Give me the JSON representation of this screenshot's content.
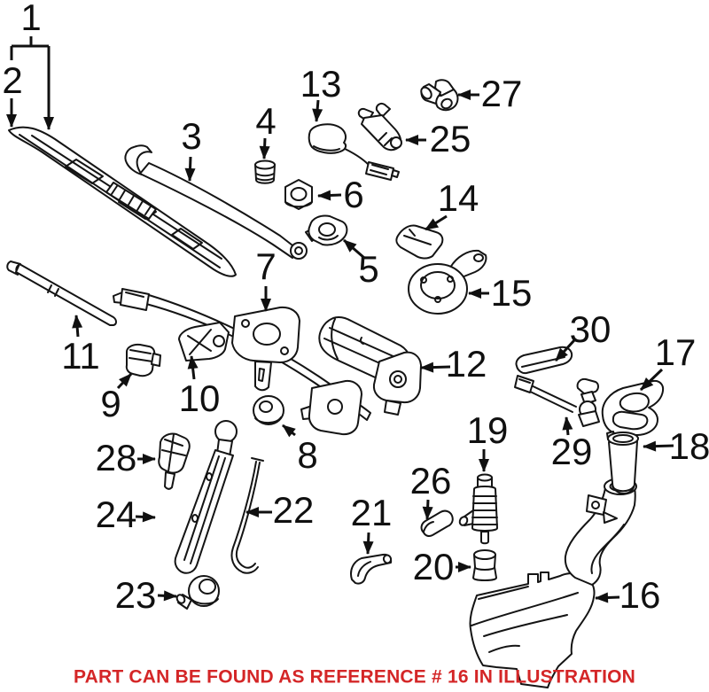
{
  "caption": {
    "text": "PART CAN BE FOUND AS REFERENCE # 16 IN ILLUSTRATION",
    "color": "#d42627"
  },
  "colors": {
    "background": "#ffffff",
    "line": "#141414",
    "caption": "#d42627"
  },
  "labels": [
    {
      "text": "1"
    },
    {
      "text": "2"
    },
    {
      "text": "3"
    },
    {
      "text": "4"
    },
    {
      "text": "5"
    },
    {
      "text": "6"
    },
    {
      "text": "7"
    },
    {
      "text": "8"
    },
    {
      "text": "9"
    },
    {
      "text": "10"
    },
    {
      "text": "11"
    },
    {
      "text": "12"
    },
    {
      "text": "13"
    },
    {
      "text": "14"
    },
    {
      "text": "15"
    },
    {
      "text": "16"
    },
    {
      "text": "17"
    },
    {
      "text": "18"
    },
    {
      "text": "19"
    },
    {
      "text": "20"
    },
    {
      "text": "21"
    },
    {
      "text": "22"
    },
    {
      "text": "23"
    },
    {
      "text": "24"
    },
    {
      "text": "25"
    },
    {
      "text": "26"
    },
    {
      "text": "27"
    },
    {
      "text": "28"
    },
    {
      "text": "29"
    },
    {
      "text": "30"
    }
  ]
}
